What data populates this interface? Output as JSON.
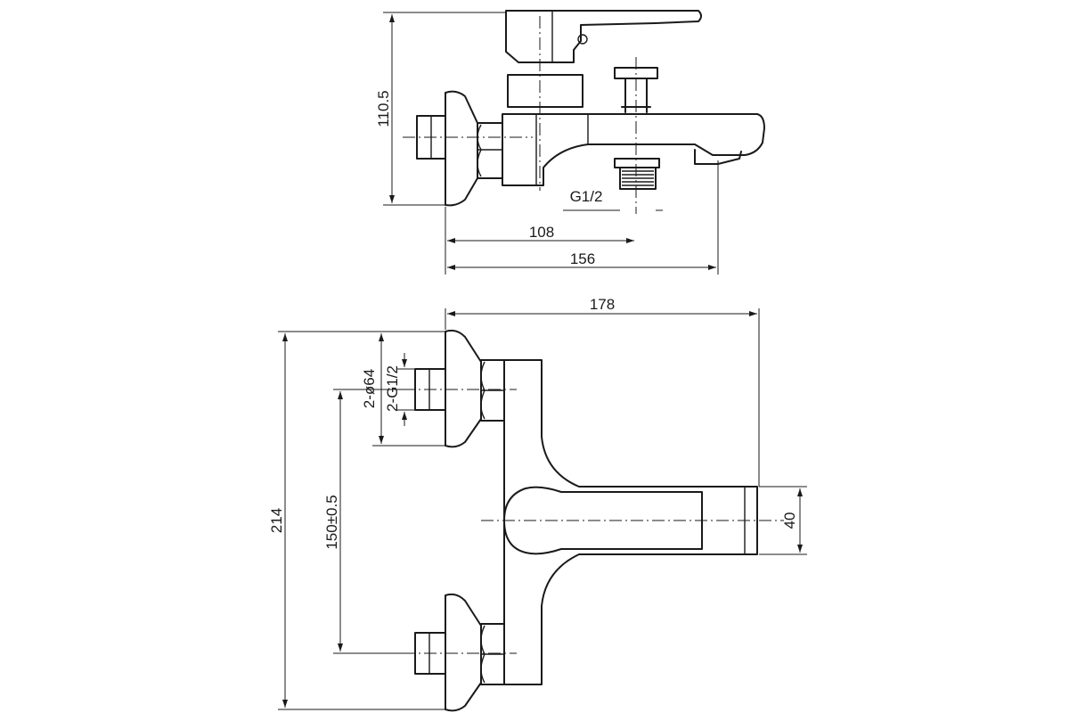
{
  "dimensions": {
    "side_height": "110.5",
    "thread_outlet": "G1/2",
    "outlet_offset": "108",
    "side_length": "156",
    "top_length": "178",
    "total_height": "214",
    "connection_spacing": "150±0.5",
    "flange_diameter": "2-ø64",
    "inlet_thread": "2-G1/2",
    "spout_width": "40"
  },
  "colors": {
    "line": "#1a1a1a",
    "background": "#ffffff"
  }
}
